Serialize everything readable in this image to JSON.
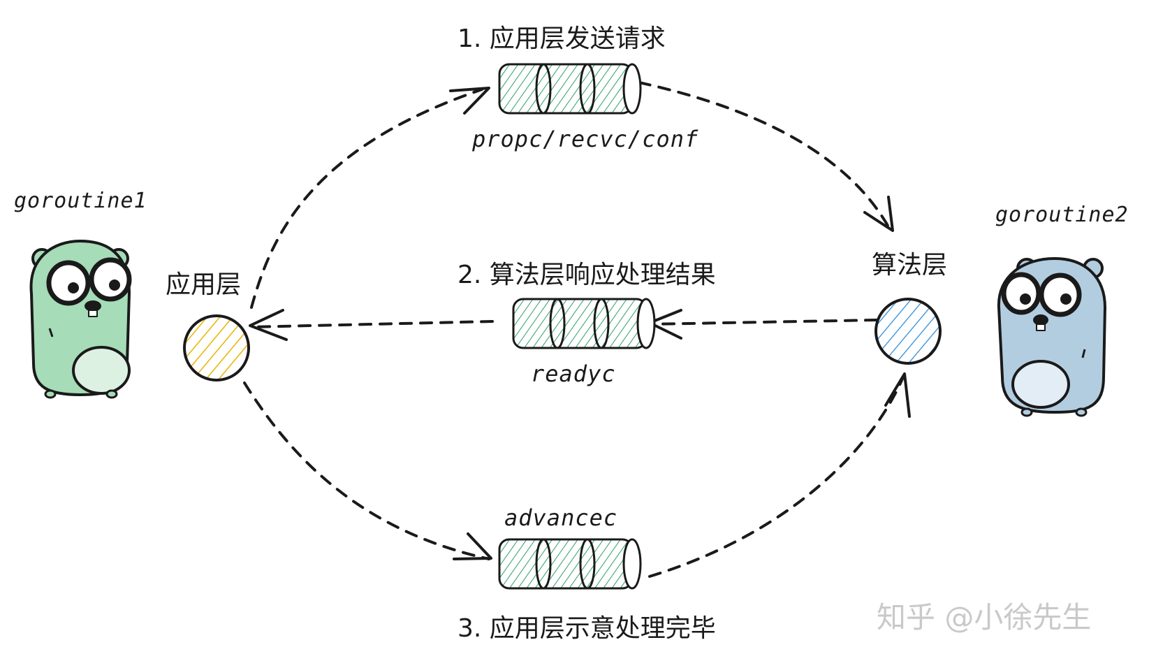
{
  "steps": {
    "step1": "1. 应用层发送请求",
    "step2": "2. 算法层响应处理结果",
    "step3": "3. 应用层示意处理完毕"
  },
  "layers": {
    "app": "应用层",
    "algo": "算法层"
  },
  "channels": {
    "top": "propc/recvc/conf",
    "middle": "readyc",
    "bottom": "advancec"
  },
  "goroutines": {
    "left": "goroutine1",
    "right": "goroutine2"
  },
  "watermark": "知乎 @小徐先生",
  "colors": {
    "channel": "#2e9e6b",
    "app_node": "#e8b400",
    "algo_node": "#2a88d8",
    "gopher_left": "#a6dcb8",
    "gopher_right": "#b3cde0",
    "stroke": "#1a1a1a"
  }
}
